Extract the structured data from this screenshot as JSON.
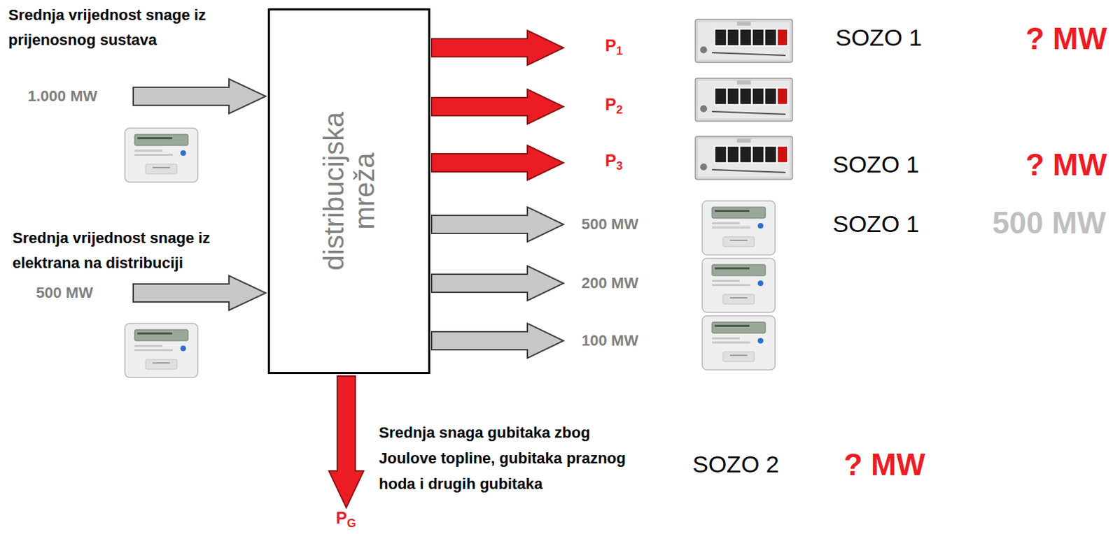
{
  "diagram": {
    "nodes": [
      {
        "text": [
          "distribucijska mreža"
        ]
      }
    ],
    "labels": [
      "Srednja vrijednost snage iz prijenosnog sustava",
      "1.000 MW",
      "Srednja vrijednost snage iz elektrana na distribuciji",
      "500 MW",
      "P1",
      "SOZO 1",
      "? MW",
      "P2",
      "P3",
      "SOZO 1",
      "? MW",
      "500 MW",
      "SOZO 1",
      "500 MW",
      "200 MW",
      "100 MW",
      "PG",
      "Srednja snaga gubitaka zbog Joulove topline, gubitaka praznog hoda i drugih gubitaka",
      "SOZO 2",
      "? MW"
    ]
  }
}
